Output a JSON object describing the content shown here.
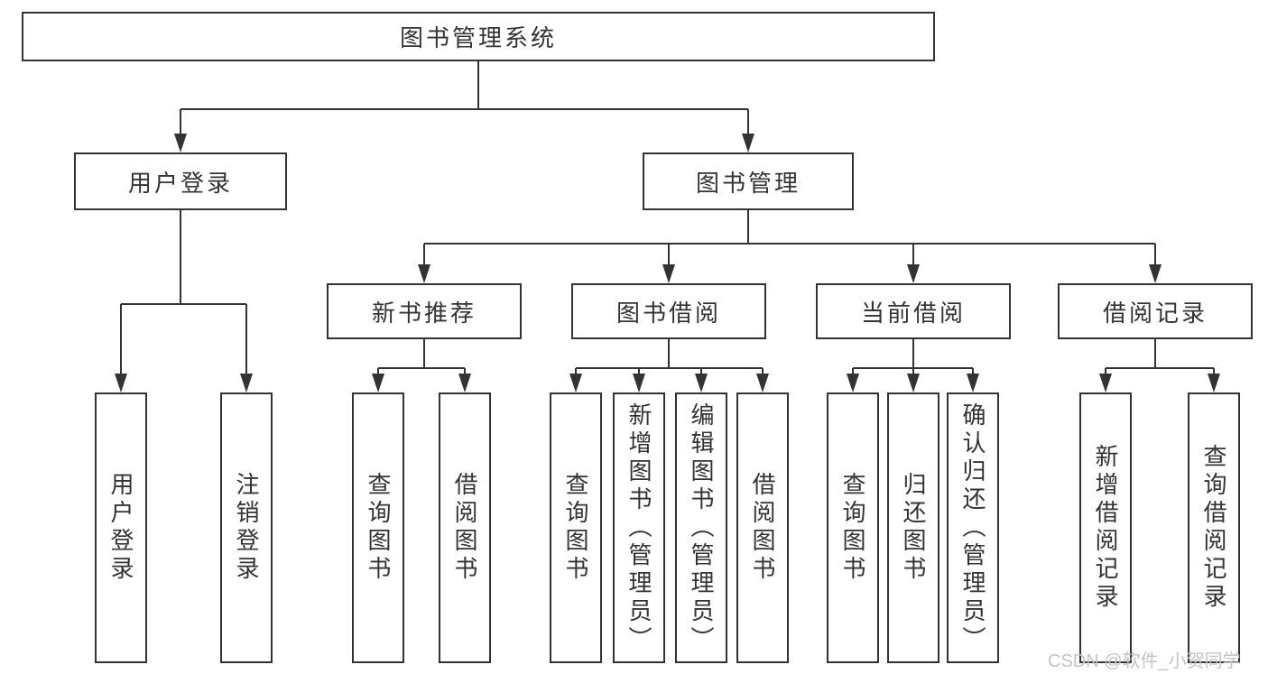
{
  "diagram": {
    "root": {
      "label": "图书管理系统"
    },
    "level2": [
      {
        "label": "用户登录"
      },
      {
        "label": "图书管理"
      }
    ],
    "level3": [
      {
        "label": "新书推荐"
      },
      {
        "label": "图书借阅"
      },
      {
        "label": "当前借阅"
      },
      {
        "label": "借阅记录"
      }
    ],
    "leaves": {
      "user_login": [
        {
          "label": "用户登录"
        },
        {
          "label": "注销登录"
        }
      ],
      "new_book_recommend": [
        {
          "label": "查询图书"
        },
        {
          "label": "借阅图书"
        }
      ],
      "book_borrow": [
        {
          "label": "查询图书"
        },
        {
          "label": "新增图书（管理员）"
        },
        {
          "label": "编辑图书（管理员）"
        },
        {
          "label": "借阅图书"
        }
      ],
      "current_borrow": [
        {
          "label": "查询图书"
        },
        {
          "label": "归还图书"
        },
        {
          "label": "确认归还（管理员）"
        }
      ],
      "borrow_records": [
        {
          "label": "新增借阅记录"
        },
        {
          "label": "查询借阅记录"
        }
      ]
    },
    "watermark": "CSDN @软件_小贺同学",
    "colors": {
      "line": "#333333",
      "text": "#333333",
      "background": "#ffffff",
      "watermark": "#c4c4c4"
    }
  }
}
